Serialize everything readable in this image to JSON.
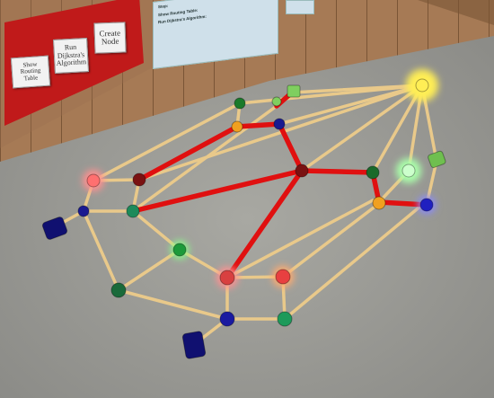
{
  "scene": {
    "buttons": {
      "show_routing_table": "Show\nRouting\nTable",
      "run_dijkstra": "Run\nDijkstra's\nAlgorithm",
      "create_node": "Create\nNode"
    },
    "info_panel": {
      "steps_label": "Step:",
      "routing_label": "Show Routing Table:",
      "dijkstra_label": "Run Dijkstra's Algorithm:"
    },
    "colors": {
      "wall_red": "#c01a1a",
      "edge_default": "#e9c98a",
      "edge_path": "#e01010",
      "node_red": "#e84848",
      "node_darkred": "#7a1212",
      "node_green": "#1d8a3a",
      "node_blue": "#1a1a90",
      "node_orange": "#f0a020",
      "node_lightgreen": "#7fcf5f",
      "highlight_yellow": "#ffee55"
    }
  }
}
